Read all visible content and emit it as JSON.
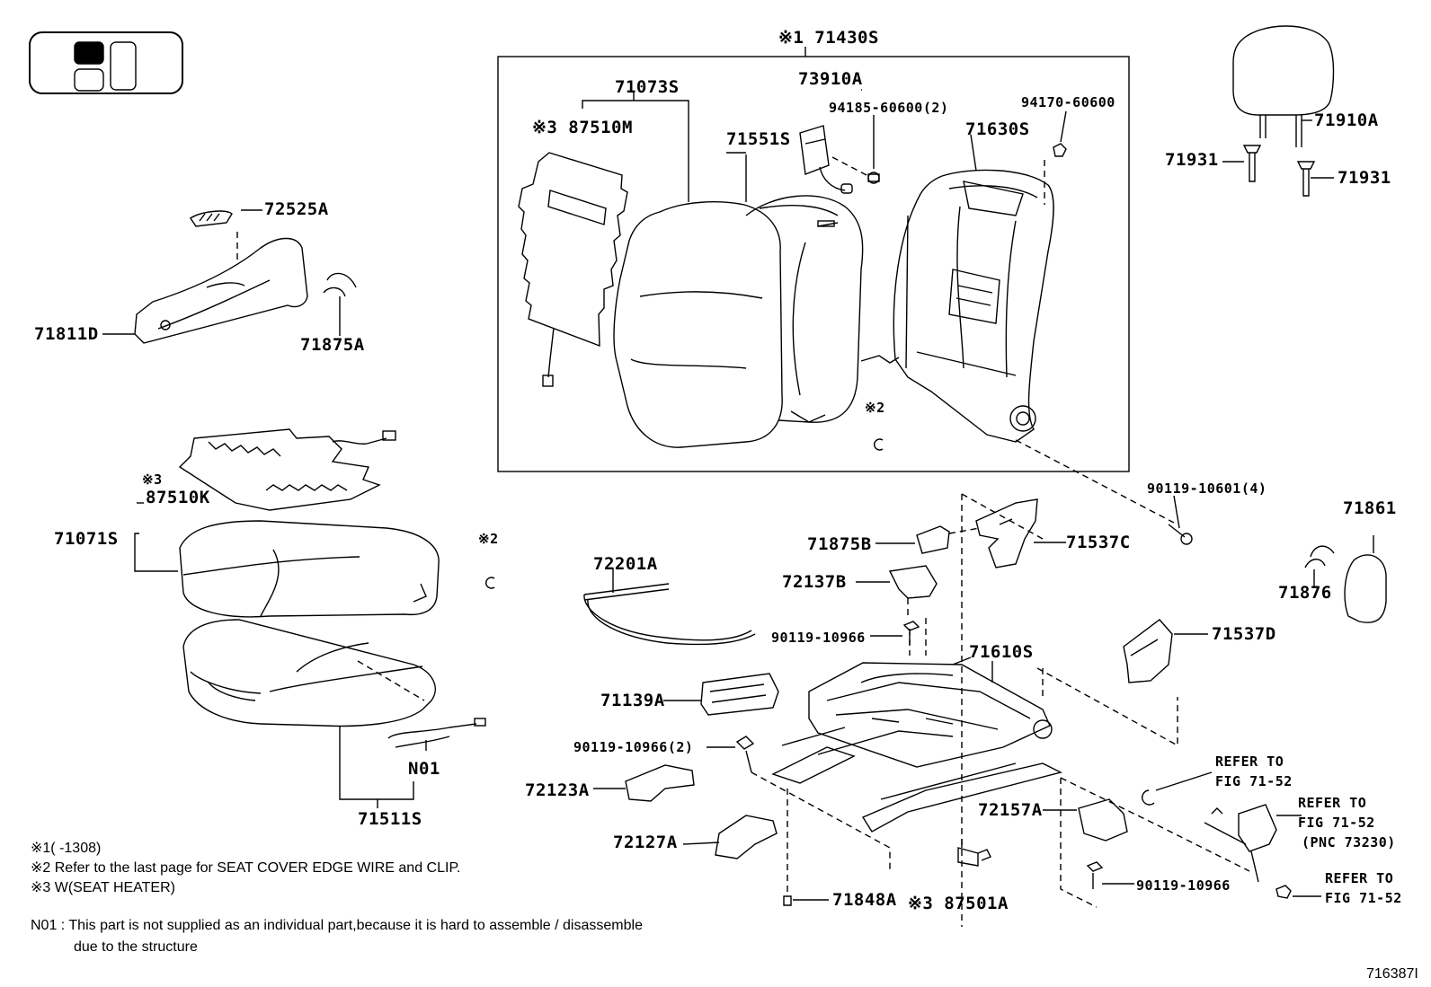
{
  "labels": {
    "p71430S": "※1 71430S",
    "p71073S": "71073S",
    "p87510M": "※3 87510M",
    "p73910A": "73910A",
    "p94185": "94185-60600(2)",
    "p94170": "94170-60600",
    "p71551S": "71551S",
    "p71630S": "71630S",
    "p72525A": "72525A",
    "p71811D": "71811D",
    "p71875A": "71875A",
    "p87510K_mark": "※3",
    "p87510K": "87510K",
    "p71071S": "71071S",
    "p_x2_left": "※2",
    "p_x2_right": "※2",
    "pN01": "N01",
    "p71511S": "71511S",
    "p72201A": "72201A",
    "p71875B": "71875B",
    "p71537C": "71537C",
    "p72137B": "72137B",
    "p90119_10966_a": "90119-10966",
    "p71139A": "71139A",
    "p90119_10966_2": "90119-10966(2)",
    "p72123A": "72123A",
    "p72127A": "72127A",
    "p71848A": "71848A",
    "p87501A": "※3 87501A",
    "p71610S": "71610S",
    "p72157A": "72157A",
    "p90119_10966_b": "90119-10966",
    "p90119_10601": "90119-10601(4)",
    "p71537D": "71537D",
    "p71861": "71861",
    "p71876": "71876",
    "p71910A": "71910A",
    "p71931_a": "71931",
    "p71931_b": "71931",
    "ref1_a": "REFER TO",
    "ref1_b": "FIG 71-52",
    "ref2_a": "REFER TO",
    "ref2_b": "FIG 71-52",
    "ref2_c": "(PNC 73230)",
    "ref3_a": "REFER TO",
    "ref3_b": "FIG 71-52"
  },
  "notes": {
    "n1": "※1(      -1308)",
    "n2": "※2 Refer to the last page for SEAT COVER EDGE WIRE and CLIP.",
    "n3": "※3 W(SEAT HEATER)",
    "n4a": "N01 : This part is not supplied as an individual part,because it is hard to assemble / disassemble",
    "n4b": "due to the structure"
  },
  "figure_id": "716387I",
  "colors": {
    "ink": "#000000",
    "background": "#ffffff"
  },
  "icons": [
    "seat-position-indicator-icon"
  ]
}
